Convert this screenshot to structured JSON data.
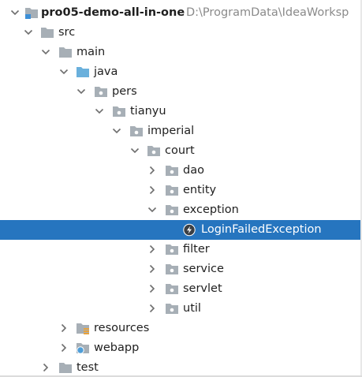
{
  "project": {
    "name": "pro05-demo-all-in-one",
    "path": "D:\\ProgramData\\IdeaWorksp"
  },
  "tree": {
    "src": "src",
    "main": "main",
    "java": "java",
    "pers": "pers",
    "tianyu": "tianyu",
    "imperial": "imperial",
    "court": "court",
    "dao": "dao",
    "entity": "entity",
    "exception": "exception",
    "login_failed_exception": "LoginFailedException",
    "filter": "filter",
    "service": "service",
    "servlet": "servlet",
    "util": "util",
    "resources": "resources",
    "webapp": "webapp",
    "test": "test"
  },
  "colors": {
    "selection": "#2675bf",
    "folder": "#a7afb6",
    "source_root": "#6ab0dc",
    "chevron": "#6e6e6e"
  }
}
